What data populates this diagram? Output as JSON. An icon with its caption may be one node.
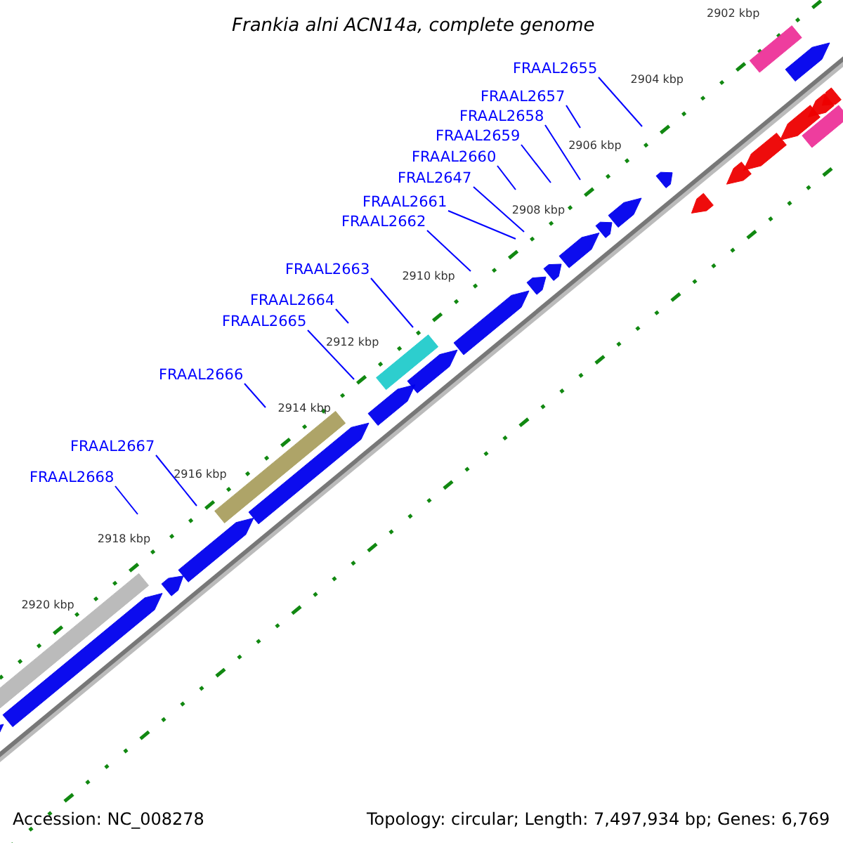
{
  "diagram": {
    "title": "Frankia alni ACN14a, complete genome",
    "nodes": [
      {
        "text": [
          "FRAAL2655"
        ]
      },
      {
        "text": [
          "FRAAL2657"
        ]
      },
      {
        "text": [
          "FRAAL2658"
        ]
      },
      {
        "text": [
          "FRAAL2659"
        ]
      },
      {
        "text": [
          "FRAAL2660"
        ]
      },
      {
        "text": [
          "FRAL2647"
        ]
      },
      {
        "text": [
          "FRAAL2661"
        ]
      },
      {
        "text": [
          "FRAAL2662"
        ]
      },
      {
        "text": [
          "FRAAL2663"
        ]
      },
      {
        "text": [
          "FRAAL2664"
        ]
      },
      {
        "text": [
          "FRAAL2665"
        ]
      },
      {
        "text": [
          "FRAAL2666"
        ]
      },
      {
        "text": [
          "FRAAL2667"
        ]
      },
      {
        "text": [
          "FRAAL2668"
        ]
      }
    ],
    "edges": [
      {
        "from": 0,
        "to": null,
        "arrow": "none"
      },
      {
        "from": 1,
        "to": null,
        "arrow": "none"
      },
      {
        "from": 2,
        "to": null,
        "arrow": "none"
      },
      {
        "from": 3,
        "to": null,
        "arrow": "none"
      },
      {
        "from": 4,
        "to": null,
        "arrow": "none"
      },
      {
        "from": 5,
        "to": null,
        "arrow": "none"
      },
      {
        "from": 6,
        "to": null,
        "arrow": "none"
      },
      {
        "from": 7,
        "to": null,
        "arrow": "none"
      },
      {
        "from": 8,
        "to": null,
        "arrow": "none"
      },
      {
        "from": 9,
        "to": null,
        "arrow": "none"
      },
      {
        "from": 10,
        "to": null,
        "arrow": "none"
      },
      {
        "from": 11,
        "to": null,
        "arrow": "none"
      },
      {
        "from": 12,
        "to": null,
        "arrow": "none"
      },
      {
        "from": 13,
        "to": null,
        "arrow": "none"
      }
    ],
    "labels": [
      "2902 kbp",
      "2904 kbp",
      "2906 kbp",
      "2908 kbp",
      "2910 kbp",
      "2912 kbp",
      "2914 kbp",
      "2916 kbp",
      "2918 kbp",
      "2920 kbp",
      "Accession: NC_008278",
      "Topology: circular; Length: 7,497,934 bp; Genes: 6,769"
    ]
  }
}
